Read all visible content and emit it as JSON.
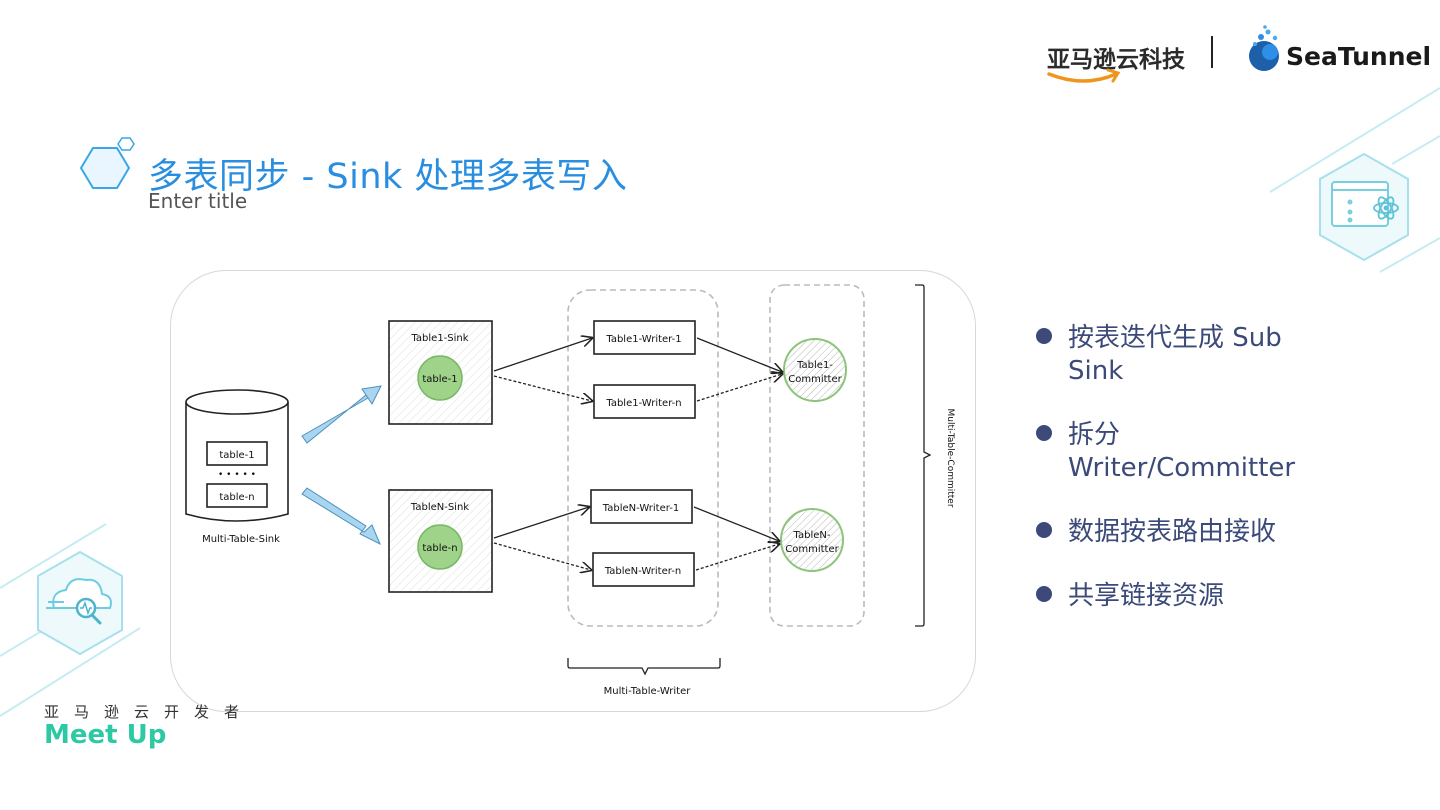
{
  "header": {
    "title": "多表同步  - Sink  处理多表写入",
    "subtitle": "Enter title"
  },
  "logos": {
    "amazon": "亚马逊云科技",
    "seatunnel": "SeaTunnel"
  },
  "diagram": {
    "source_db_rows": [
      "table-1",
      "• • • • •",
      "table-n"
    ],
    "source_label": "Multi-Table-Sink",
    "sinks": [
      {
        "title": "Table1-Sink",
        "circle": "table-1"
      },
      {
        "title": "TableN-Sink",
        "circle": "table-n"
      }
    ],
    "writers": [
      "Table1-Writer-1",
      "Table1-Writer-n",
      "TableN-Writer-1",
      "TableN-Writer-n"
    ],
    "committers": [
      {
        "line1": "Table1-",
        "line2": "Committer"
      },
      {
        "line1": "TableN-",
        "line2": "Committer"
      }
    ],
    "writer_group_label": "Multi-Table-Writer",
    "committer_group_label": "Multi-Table-Committer"
  },
  "bullets": [
    "按表迭代生成 Sub Sink",
    "拆分 Writer/Committer",
    "数据按表路由接收",
    "共享链接资源"
  ],
  "footer": {
    "cn": "亚马逊云开发者",
    "meetup": "Meet Up"
  },
  "colors": {
    "title": "#2a8ee0",
    "bullet": "#3c4a7a",
    "meetup": "#2dc9a5",
    "decor_teal": "#7fd6e6",
    "circle_green": "#9fd389"
  }
}
